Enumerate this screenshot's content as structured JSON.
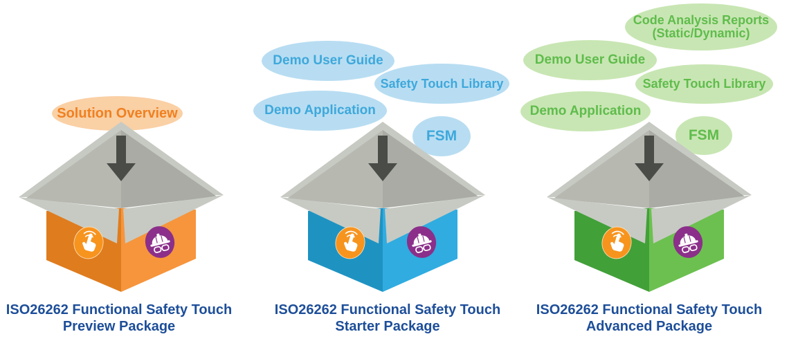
{
  "colors": {
    "caption_navy": "#1D4E99",
    "bubble_orange_fill": "#FAD0A5",
    "bubble_orange_text": "#F08021",
    "bubble_blue_fill": "#B8DDF2",
    "bubble_blue_text": "#3EA8DB",
    "bubble_green_fill": "#C8E6B3",
    "bubble_green_text": "#5FBC4C",
    "box_preview_left_face": "#DF7C1E",
    "box_preview_right_face": "#F6953C",
    "box_starter_left_face": "#1E93C2",
    "box_starter_right_face": "#30ACE0",
    "box_advanced_left_face": "#42A039",
    "box_advanced_right_face": "#6CC04F",
    "flap_gray": "#C7CAC3",
    "interior_gray": "#A9ABA4",
    "arrow_gray": "#4A4C48",
    "touch_icon_orange": "#F7941E",
    "helmet_icon_purple": "#8B2F8A"
  },
  "icons": {
    "arrow": "down-arrow-icon",
    "touch": "touch-gesture-icon",
    "helmet": "safety-helmet-goggles-icon"
  },
  "packages": [
    {
      "id": "preview",
      "caption_line1": "ISO26262 Functional Safety Touch",
      "caption_line2": "Preview Package",
      "bubbles": [
        {
          "label": "Solution Overview"
        }
      ]
    },
    {
      "id": "starter",
      "caption_line1": "ISO26262 Functional Safety Touch",
      "caption_line2": "Starter Package",
      "bubbles": [
        {
          "label": "Demo User Guide"
        },
        {
          "label": "Safety Touch Library"
        },
        {
          "label": "Demo Application"
        },
        {
          "label": "FSM"
        }
      ]
    },
    {
      "id": "advanced",
      "caption_line1": "ISO26262 Functional Safety Touch",
      "caption_line2": "Advanced Package",
      "bubbles": [
        {
          "label_line1": "Code Analysis Reports",
          "label_line2": "(Static/Dynamic)"
        },
        {
          "label": "Demo User Guide"
        },
        {
          "label": "Safety Touch Library"
        },
        {
          "label": "Demo Application"
        },
        {
          "label": "FSM"
        }
      ]
    }
  ]
}
